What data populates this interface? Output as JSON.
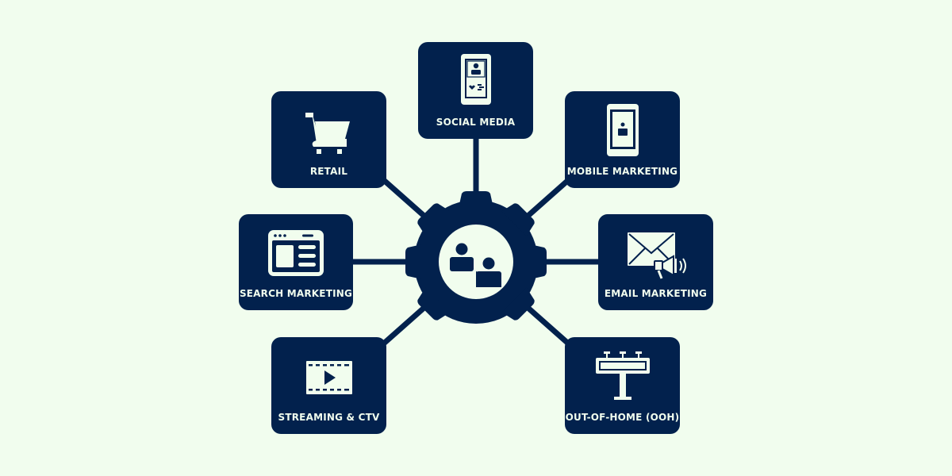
{
  "diagram": {
    "type": "hub-and-spoke",
    "hub": {
      "name": "audience",
      "icon": "people-gear-icon"
    },
    "nodes": [
      {
        "id": "social",
        "label": "SOCIAL MEDIA",
        "icon": "smartphone-profile-icon"
      },
      {
        "id": "retail",
        "label": "RETAIL",
        "icon": "shopping-cart-icon"
      },
      {
        "id": "mobile",
        "label": "MOBILE MARKETING",
        "icon": "mobile-phone-icon"
      },
      {
        "id": "search",
        "label": "SEARCH MARKETING",
        "icon": "browser-window-icon"
      },
      {
        "id": "email",
        "label": "EMAIL MARKETING",
        "icon": "envelope-megaphone-icon"
      },
      {
        "id": "streaming",
        "label": "STREAMING & CTV",
        "icon": "video-play-icon"
      },
      {
        "id": "ooh",
        "label": "OUT-OF-HOME (OOH)",
        "icon": "billboard-icon"
      }
    ],
    "colors": {
      "background": "#f1fdee",
      "primary": "#02214d",
      "foreground": "#f1fdee"
    }
  }
}
